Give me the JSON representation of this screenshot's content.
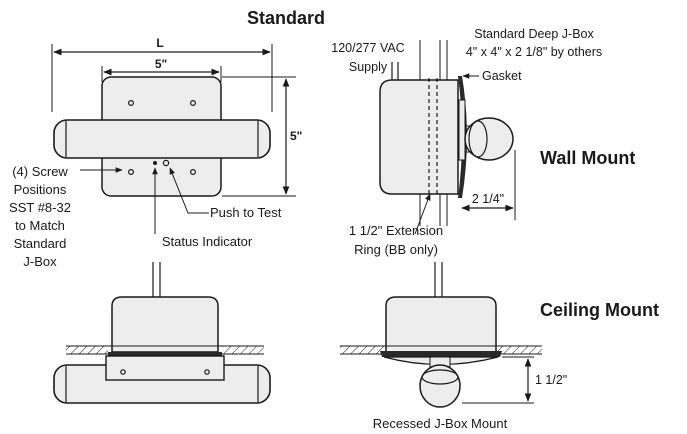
{
  "title": "Standard",
  "sections": {
    "wall_mount": "Wall Mount",
    "ceiling_mount": "Ceiling Mount"
  },
  "dimensions": {
    "length": "L",
    "width_5": "5\"",
    "height_5": "5\"",
    "depth_2_1_4": "2 1/4\"",
    "depth_1_1_2": "1 1/2\""
  },
  "labels": {
    "supply_line1": "120/277 VAC",
    "supply_line2": "Supply",
    "jbox_line1": "Standard Deep J-Box",
    "jbox_line2": "4\" x 4\" x 2 1/8\" by others",
    "gasket": "Gasket",
    "screw_line1": "(4) Screw",
    "screw_line2": "Positions",
    "screw_line3": "SST #8-32",
    "screw_line4": "to Match",
    "screw_line5": "Standard",
    "screw_line6": "J-Box",
    "push_to_test": "Push to Test",
    "status_indicator": "Status Indicator",
    "extension_line1": "1 1/2\" Extension",
    "extension_line2": "Ring (BB only)",
    "recessed": "Recessed J-Box Mount"
  },
  "colors": {
    "ink": "#1a1a1a",
    "body_fill": "#ededed",
    "dark_fill": "#2a2a2a"
  }
}
